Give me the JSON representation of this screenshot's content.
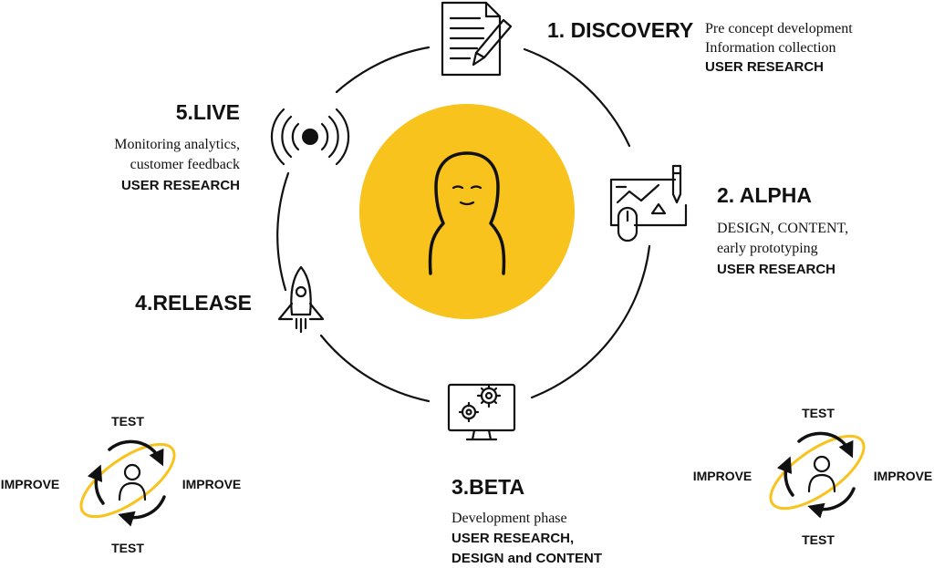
{
  "colors": {
    "accent": "#F8C31C",
    "ink": "#111111",
    "background": "#FFFFFF"
  },
  "center": {
    "icon": "person-head-icon"
  },
  "stages": {
    "discovery": {
      "title": "1. DISCOVERY",
      "icon": "document-pen-icon",
      "lines": [
        "Pre concept development",
        "Information collection"
      ],
      "emphasis": [
        "USER RESEARCH"
      ]
    },
    "alpha": {
      "title": "2. ALPHA",
      "icon": "design-board-mouse-icon",
      "lines": [
        "DESIGN, CONTENT,",
        "early prototyping"
      ],
      "emphasis": [
        "USER RESEARCH"
      ]
    },
    "beta": {
      "title": "3.BETA",
      "icon": "monitor-gears-icon",
      "lines": [
        "Development phase"
      ],
      "emphasis": [
        "USER RESEARCH,",
        "DESIGN  and CONTENT"
      ]
    },
    "release": {
      "title": "4.RELEASE",
      "icon": "rocket-icon"
    },
    "live": {
      "title": "5.LIVE",
      "icon": "broadcast-signal-icon",
      "lines": [
        "Monitoring analytics,",
        "customer feedback"
      ],
      "emphasis": [
        "USER RESEARCH"
      ]
    }
  },
  "loops": {
    "left": {
      "icon": "test-improve-cycle-icon",
      "top": "TEST",
      "bottom": "TEST",
      "left": "IMPROVE",
      "right": "IMPROVE"
    },
    "right": {
      "icon": "test-improve-cycle-icon",
      "top": "TEST",
      "bottom": "TEST",
      "left": "IMPROVE",
      "right": "IMPROVE"
    }
  }
}
